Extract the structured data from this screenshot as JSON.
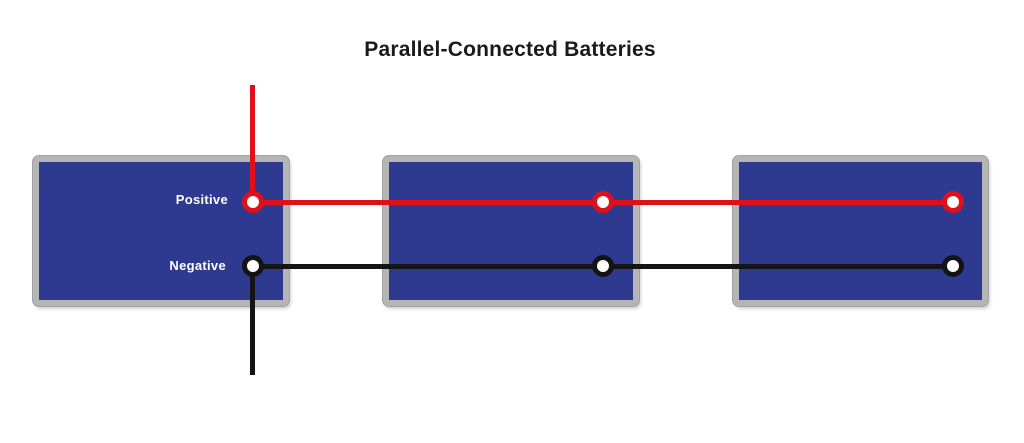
{
  "title": "Parallel-Connected Batteries",
  "labels": {
    "positive": "Positive",
    "negative": "Negative"
  },
  "colors": {
    "background": "#ffffff",
    "title_text": "#1a1a1a",
    "battery_fill": "#2d3a90",
    "battery_border": "#b5b5b5",
    "positive_wire": "#df1019",
    "negative_wire": "#141414",
    "terminal_center": "#ffffff",
    "label_text": "#ffffff"
  },
  "diagram": {
    "type": "wiring-diagram",
    "connection": "parallel",
    "battery_count": 3,
    "buses": [
      {
        "name": "positive-bus",
        "color": "#df1019",
        "terminals_connected": 3
      },
      {
        "name": "negative-bus",
        "color": "#141414",
        "terminals_connected": 3
      }
    ],
    "external_leads": [
      {
        "name": "positive-lead",
        "direction": "up",
        "color": "#df1019"
      },
      {
        "name": "negative-lead",
        "direction": "down",
        "color": "#141414"
      }
    ]
  }
}
